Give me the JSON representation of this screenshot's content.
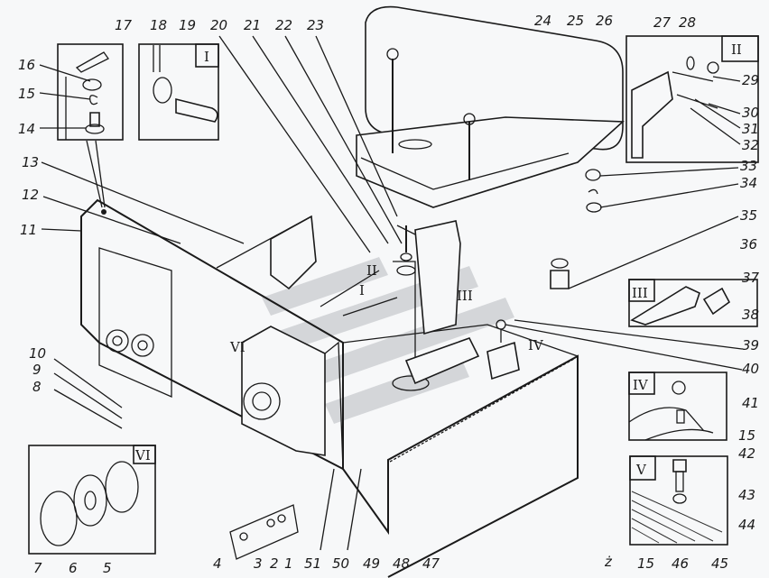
{
  "diagram": {
    "part_numbers": [
      "1",
      "2",
      "3",
      "4",
      "5",
      "6",
      "7",
      "8",
      "9",
      "10",
      "11",
      "12",
      "13",
      "14",
      "15",
      "16",
      "17",
      "18",
      "19",
      "20",
      "21",
      "22",
      "23",
      "24",
      "25",
      "26",
      "27",
      "28",
      "29",
      "30",
      "31",
      "32",
      "33",
      "34",
      "35",
      "36",
      "37",
      "38",
      "39",
      "40",
      "41",
      "42",
      "43",
      "44",
      "45",
      "46",
      "47",
      "48",
      "49",
      "50",
      "51"
    ],
    "repeat_labels": {
      "washer_15_box_iv": "15",
      "washer_15_box_v": "15"
    },
    "detail_views": {
      "I": "I",
      "II": "II",
      "III": "III",
      "IV": "IV",
      "V": "V",
      "VI": "VI"
    },
    "corner_mark": "ż",
    "colors": {
      "ink": "#1a1a1a",
      "paper": "#f7f8f9",
      "watermark": "#b9bcc0"
    }
  }
}
